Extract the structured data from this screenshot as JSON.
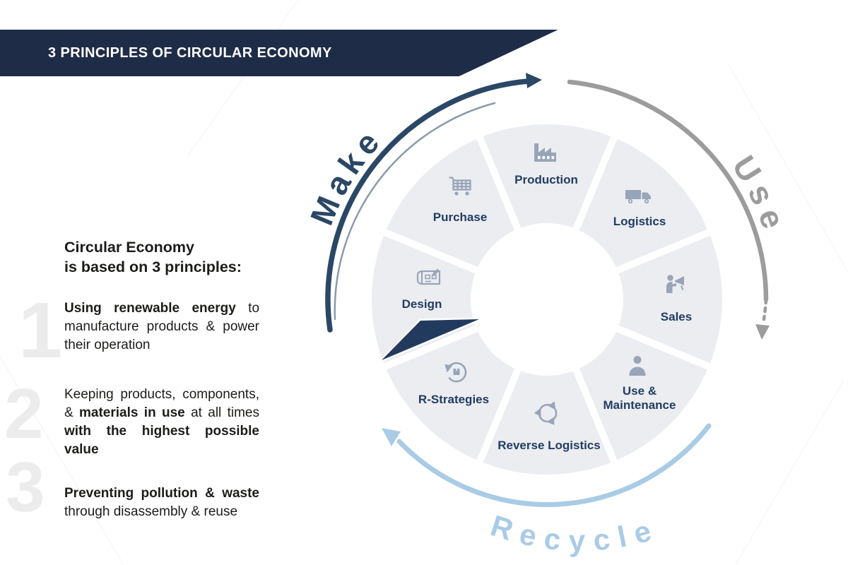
{
  "header": {
    "title": "3 PRINCIPLES OF CIRCULAR ECONOMY"
  },
  "intro": {
    "line1": "Circular Economy",
    "line2": "is based on 3 principles:"
  },
  "principles": [
    {
      "number": "1",
      "bold1": "Using renewable energy",
      "text1": " to manufacture products & power their operation"
    },
    {
      "number": "2",
      "text0": "Keeping products, components, & ",
      "bold1": "materials in use",
      "text1": " at all times ",
      "bold2": "with the highest possible value"
    },
    {
      "number": "3",
      "bold1": "Preventing pollution & waste",
      "text1": " through disassembly & reuse"
    }
  ],
  "wheel": {
    "segments": [
      {
        "label": "Purchase",
        "icon": "shopping-cart-icon"
      },
      {
        "label": "Production",
        "icon": "factory-icon"
      },
      {
        "label": "Logistics",
        "icon": "delivery-truck-icon"
      },
      {
        "label": "Sales",
        "icon": "megaphone-person-icon"
      },
      {
        "label": "Use & Maintenance",
        "icon": "user-icon"
      },
      {
        "label": "Reverse Logistics",
        "icon": "cycle-arrows-icon"
      },
      {
        "label": "R-Strategies",
        "icon": "package-return-icon"
      },
      {
        "label": "Design",
        "icon": "blueprint-pencil-icon"
      }
    ]
  },
  "cycle": {
    "make": "Make",
    "use": "Use",
    "recycle": "Recycle"
  },
  "colors": {
    "banner_navy": "#1f2c47",
    "label_navy": "#233c63",
    "icon_gray_blue": "#98a4b8",
    "segment_gray": "#ebedf1",
    "make_navy": "#2b4766",
    "use_gray": "#9c9c9c",
    "recycle_blue": "#a9cbe6",
    "number_gray": "#ececec",
    "body_text": "#1c1c1a"
  }
}
